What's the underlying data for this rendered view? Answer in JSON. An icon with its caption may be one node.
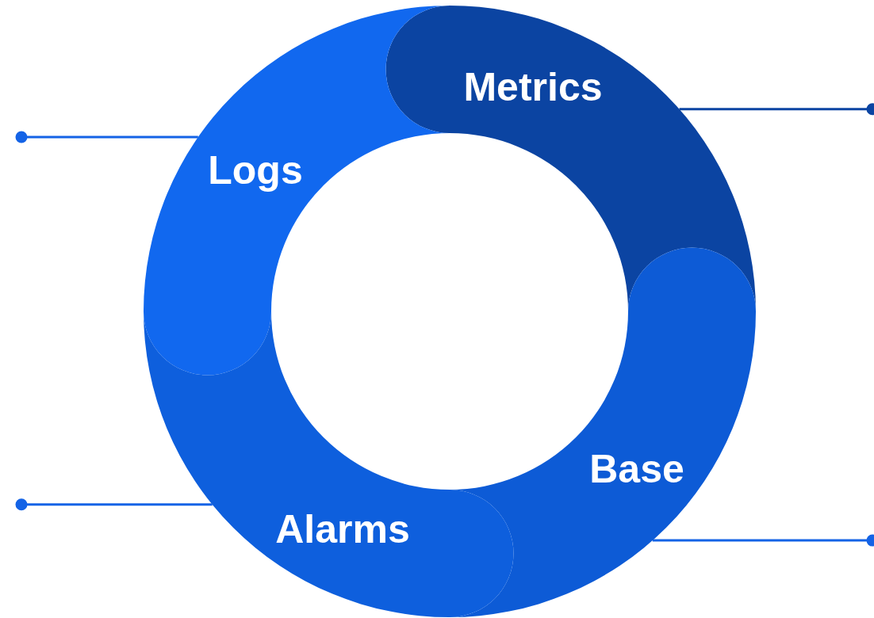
{
  "diagram": {
    "nodes": [
      {
        "text": [
          "Metrics"
        ]
      },
      {
        "text": [
          "Logs"
        ]
      },
      {
        "text": [
          "Base"
        ]
      },
      {
        "text": [
          "Alarms"
        ]
      }
    ],
    "edges": [
      {
        "from": 0,
        "to": null,
        "arrow": "other",
        "color": "#0b44a2"
      },
      {
        "from": 1,
        "to": null,
        "arrow": "other"
      },
      {
        "from": 3,
        "to": null,
        "arrow": "other"
      },
      {
        "from": 2,
        "to": null,
        "arrow": "other"
      }
    ]
  }
}
